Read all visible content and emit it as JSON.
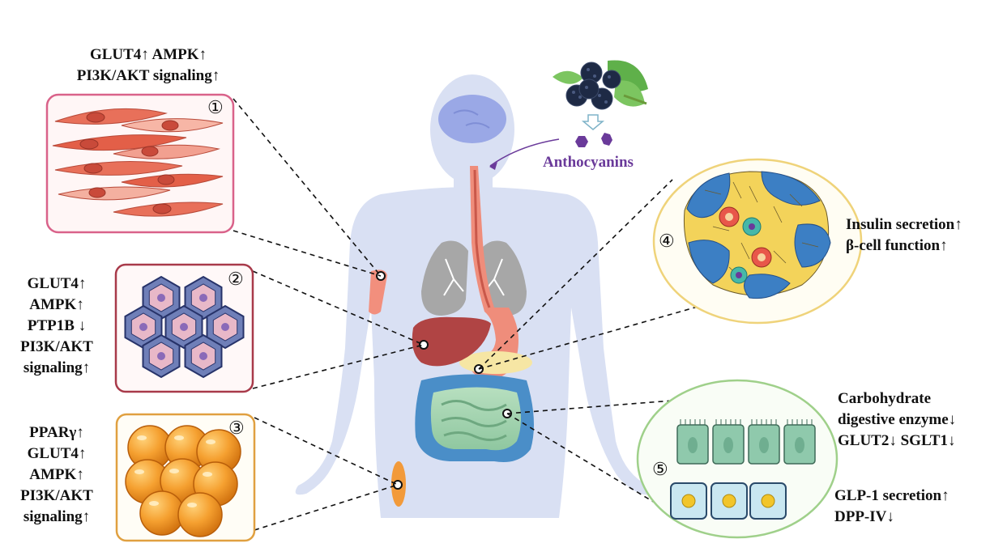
{
  "source": {
    "label": "Anthocyanins",
    "color": "#6a3a9a"
  },
  "markers": [
    "①",
    "②",
    "③",
    "④",
    "⑤"
  ],
  "panels": {
    "muscle": {
      "lines": [
        "GLUT4↑  AMPK↑",
        "PI3K/AKT signaling↑"
      ]
    },
    "liver": {
      "lines": [
        "GLUT4↑",
        "AMPK↑",
        "PTP1B ↓",
        "PI3K/AKT",
        "signaling↑"
      ]
    },
    "adipose": {
      "lines": [
        "PPARγ↑",
        "GLUT4↑",
        "AMPK↑",
        "PI3K/AKT",
        "signaling↑"
      ]
    },
    "pancreas": {
      "lines": [
        "Insulin secretion↑",
        "β-cell function↑"
      ]
    },
    "intestine": {
      "upper_lines": [
        "Carbohydrate",
        "digestive enzyme↓",
        "GLUT2↓  SGLT1↓"
      ],
      "lower_lines": [
        "GLP-1 secretion↑",
        "DPP-IV↓"
      ]
    }
  },
  "colors": {
    "muscle_frame": "#d9628a",
    "liver_frame": "#a83a4a",
    "adipose_frame": "#e0a040",
    "pancreas_frame": "#efd37a",
    "intestine_frame": "#9fd08a",
    "body": "#d9e0f3"
  }
}
